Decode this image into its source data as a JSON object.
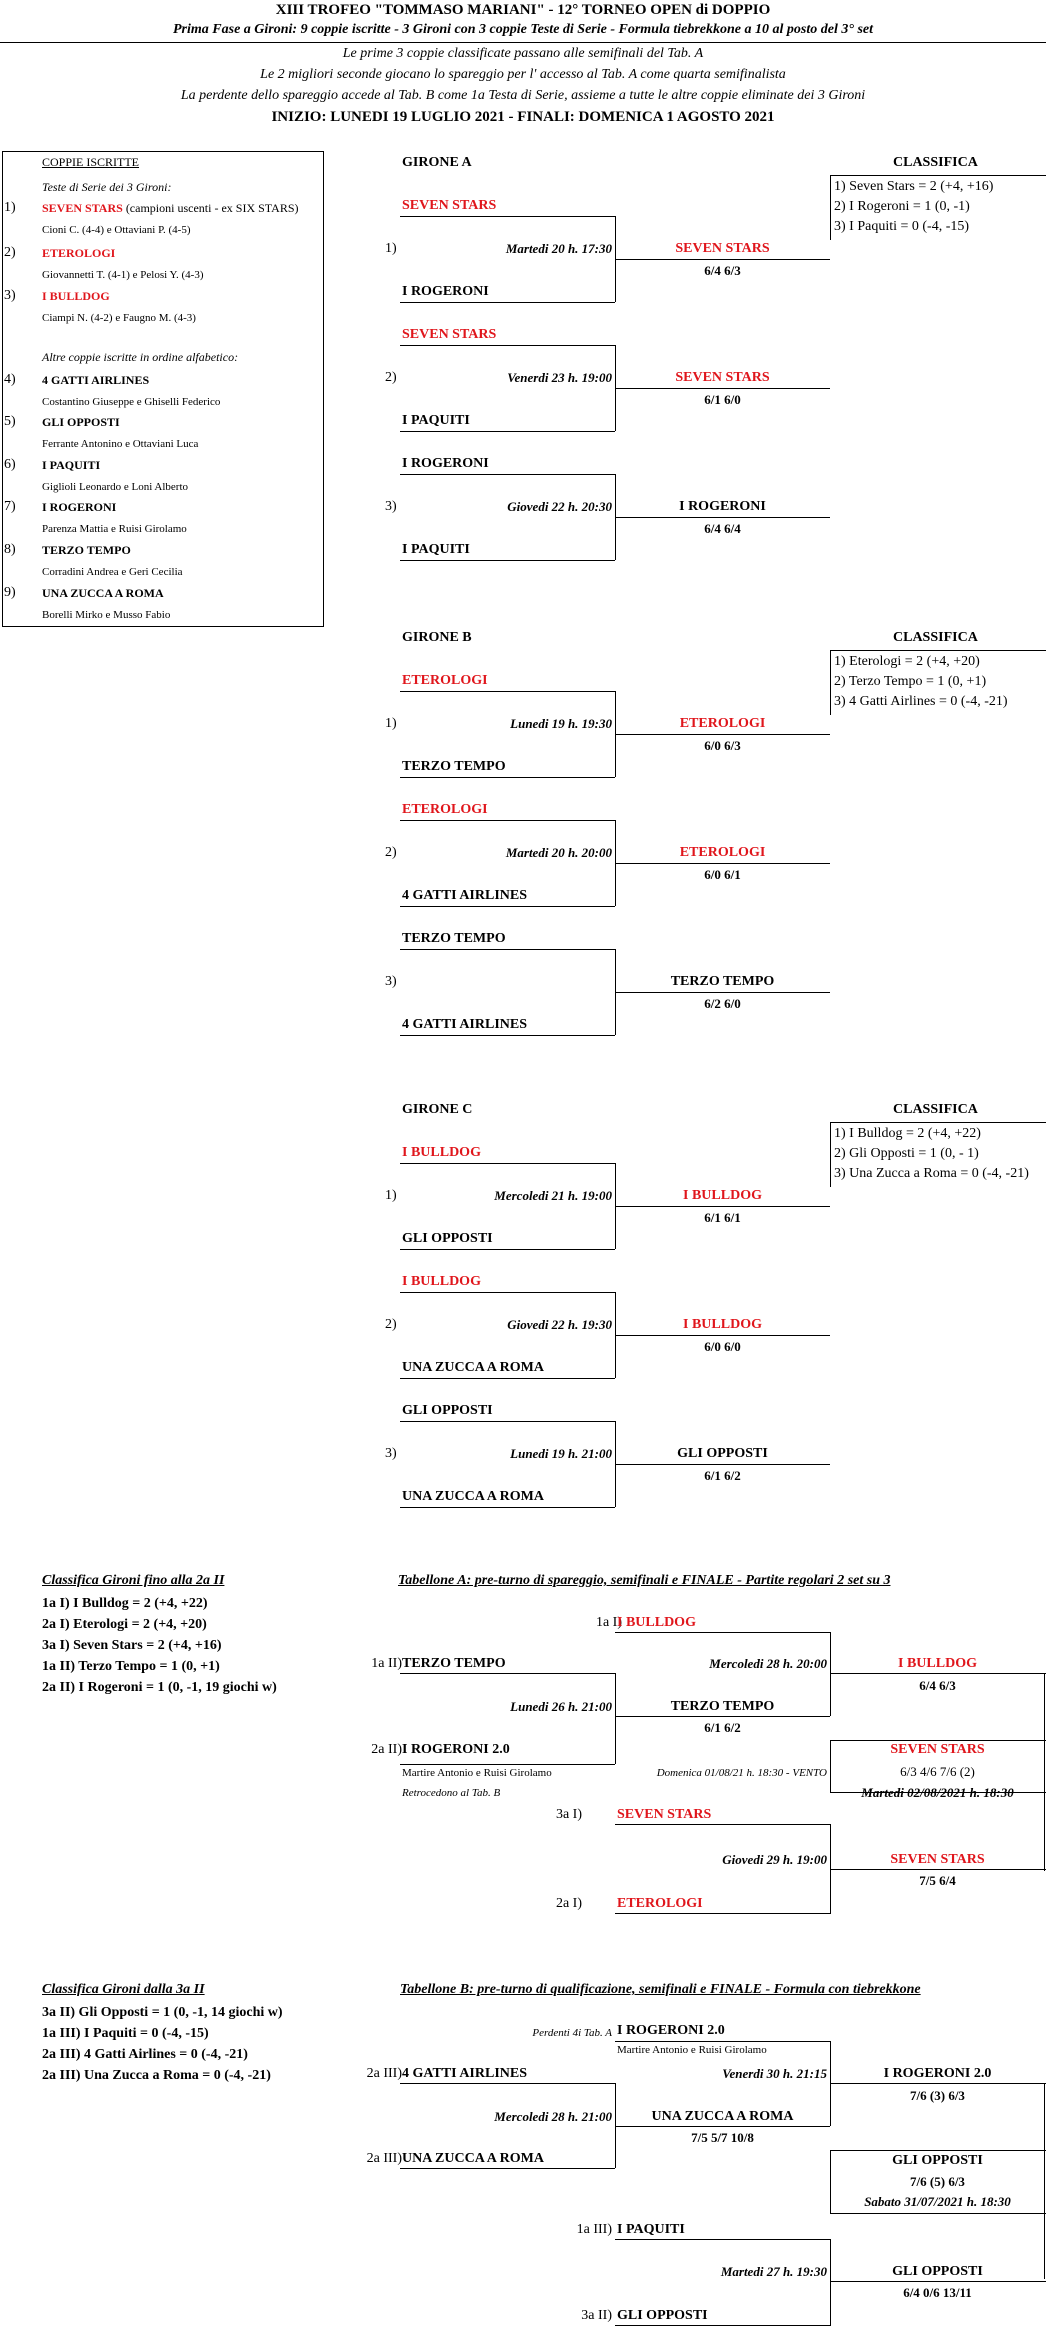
{
  "header": {
    "title": "XIII  TROFEO  \"TOMMASO  MARIANI\"  -  12° TORNEO  OPEN  di  DOPPIO",
    "subtitle": "Prima Fase a Gironi: 9 coppie iscritte - 3 Gironi con 3 coppie Teste di Serie - Formula tiebrekkone a 10 al posto del 3° set",
    "line1": "Le prime 3 coppie classificate passano alle semifinali del Tab. A",
    "line2": "Le 2 migliori seconde giocano lo spareggio per l' accesso al Tab. A come quarta semifinalista",
    "line3": "La perdente dello spareggio accede al Tab. B come 1a Testa di Serie, assieme a tutte le altre coppie eliminate dei 3 Gironi",
    "dates": "INIZIO: LUNEDI 19 LUGLIO 2021 - FINALI: DOMENICA 1 AGOSTO 2021"
  },
  "coppie": {
    "title": "COPPIE ISCRITTE",
    "seeds_label": "Teste di Serie dei 3 Gironi:",
    "others_label": "Altre coppie iscritte in ordine alfabetico:",
    "entries": [
      {
        "num": "1)",
        "name": "SEVEN STARS",
        "note": " (campioni uscenti - ex SIX STARS)",
        "players": "Cioni C. (4-4) e Ottaviani P. (4-5)",
        "red": true
      },
      {
        "num": "2)",
        "name": "ETEROLOGI",
        "note": "",
        "players": "Giovannetti T. (4-1) e Pelosi Y. (4-3)",
        "red": true
      },
      {
        "num": "3)",
        "name": "I BULLDOG",
        "note": "",
        "players": "Ciampi N. (4-2) e Faugno M. (4-3)",
        "red": true
      },
      {
        "num": "4)",
        "name": "4 GATTI AIRLINES",
        "note": "",
        "players": "Costantino Giuseppe e Ghiselli Federico",
        "red": false
      },
      {
        "num": "5)",
        "name": "GLI OPPOSTI",
        "note": "",
        "players": "Ferrante Antonino e Ottaviani Luca",
        "red": false
      },
      {
        "num": "6)",
        "name": "I PAQUITI",
        "note": "",
        "players": "Giglioli Leonardo e Loni Alberto",
        "red": false
      },
      {
        "num": "7)",
        "name": "I ROGERONI",
        "note": "",
        "players": "Parenza Mattia e Ruisi Girolamo",
        "red": false
      },
      {
        "num": "8)",
        "name": "TERZO TEMPO",
        "note": "",
        "players": "Corradini Andrea e Geri Cecilia",
        "red": false
      },
      {
        "num": "9)",
        "name": "UNA ZUCCA A ROMA",
        "note": "",
        "players": "Borelli Mirko e Musso Fabio",
        "red": false
      }
    ]
  },
  "gironi": [
    {
      "title": "GIRONE A",
      "classifica_label": "CLASSIFICA",
      "classifica": [
        "1) Seven Stars = 2 (+4, +16)",
        "2) I Rogeroni = 1 (0, -1)",
        "3) I Paquiti = 0 (-4, -15)"
      ],
      "matches": [
        {
          "num": "1)",
          "top": "SEVEN STARS",
          "top_red": true,
          "bottom": "I ROGERONI",
          "bottom_red": false,
          "date": "Martedi 20 h. 17:30",
          "winner": "SEVEN STARS",
          "winner_red": true,
          "score": "6/4  6/3"
        },
        {
          "num": "2)",
          "top": "SEVEN STARS",
          "top_red": true,
          "bottom": "I PAQUITI",
          "bottom_red": false,
          "date": "Venerdi 23 h. 19:00",
          "winner": "SEVEN STARS",
          "winner_red": true,
          "score": "6/1  6/0"
        },
        {
          "num": "3)",
          "top": "I ROGERONI",
          "top_red": false,
          "bottom": "I PAQUITI",
          "bottom_red": false,
          "date": "Giovedi 22 h. 20:30",
          "winner": "I ROGERONI",
          "winner_red": false,
          "score": "6/4  6/4"
        }
      ]
    },
    {
      "title": "GIRONE B",
      "classifica_label": "CLASSIFICA",
      "classifica": [
        "1) Eterologi = 2 (+4, +20)",
        "2) Terzo Tempo = 1 (0, +1)",
        "3) 4 Gatti Airlines = 0 (-4, -21)"
      ],
      "matches": [
        {
          "num": "1)",
          "top": "ETEROLOGI",
          "top_red": true,
          "bottom": "TERZO TEMPO",
          "bottom_red": false,
          "date": "Lunedi 19 h. 19:30",
          "winner": "ETEROLOGI",
          "winner_red": true,
          "score": "6/0  6/3"
        },
        {
          "num": "2)",
          "top": "ETEROLOGI",
          "top_red": true,
          "bottom": "4 GATTI AIRLINES",
          "bottom_red": false,
          "date": "Martedi 20 h. 20:00",
          "winner": "ETEROLOGI",
          "winner_red": true,
          "score": "6/0  6/1"
        },
        {
          "num": "3)",
          "top": "TERZO TEMPO",
          "top_red": false,
          "bottom": "4 GATTI AIRLINES",
          "bottom_red": false,
          "date": "",
          "winner": "TERZO TEMPO",
          "winner_red": false,
          "score": "6/2  6/0"
        }
      ]
    },
    {
      "title": "GIRONE C",
      "classifica_label": "CLASSIFICA",
      "classifica": [
        "1) I Bulldog = 2 (+4, +22)",
        "2) Gli Opposti = 1 (0, - 1)",
        "3) Una Zucca a Roma = 0 (-4, -21)"
      ],
      "matches": [
        {
          "num": "1)",
          "top": "I BULLDOG",
          "top_red": true,
          "bottom": "GLI OPPOSTI",
          "bottom_red": false,
          "date": "Mercoledi 21 h. 19:00",
          "winner": "I BULLDOG",
          "winner_red": true,
          "score": "6/1  6/1"
        },
        {
          "num": "2)",
          "top": "I BULLDOG",
          "top_red": true,
          "bottom": "UNA ZUCCA A ROMA",
          "bottom_red": false,
          "date": "Giovedi 22 h. 19:30",
          "winner": "I BULLDOG",
          "winner_red": true,
          "score": "6/0  6/0"
        },
        {
          "num": "3)",
          "top": "GLI OPPOSTI",
          "top_red": false,
          "bottom": "UNA ZUCCA A ROMA",
          "bottom_red": false,
          "date": "Lunedi 19 h. 21:00",
          "winner": "GLI OPPOSTI",
          "winner_red": false,
          "score": "6/1  6/2"
        }
      ]
    }
  ],
  "classifica_2a": {
    "title": "Classifica Gironi fino alla 2a II",
    "rows": [
      "1a I) I Bulldog = 2 (+4, +22)",
      "2a I) Eterologi = 2 (+4, +20)",
      "3a I) Seven Stars = 2 (+4, +16)",
      "1a II) Terzo Tempo = 1 (0, +1)",
      "2a II) I Rogeroni = 1 (0, -1, 19 giochi w)"
    ]
  },
  "tab_a": {
    "title": "Tabellone A: pre-turno di spareggio, semifinali e FINALE - Partite regolari 2 set su 3",
    "seed1_label": "1a I)",
    "seed1": "I BULLDOG",
    "q1_label": "1a II)",
    "q1": "TERZO TEMPO",
    "q2_label": "2a II)",
    "q2": "I ROGERONI 2.0",
    "q2_players": "Martire Antonio e Ruisi Girolamo",
    "q2_note": "Retrocedono al Tab. B",
    "spareggio_date": "Lunedi 26 h. 21:00",
    "spareggio_winner": "TERZO  TEMPO",
    "spareggio_score": "6/1  6/2",
    "semi1_date": "Mercoledi 28 h. 20:00",
    "semi1_winner": "I BULLDOG",
    "semi1_score": "6/4  6/3",
    "final_note": "Domenica 01/08/21 h. 18:30 - VENTO",
    "final_winner": "SEVEN STARS",
    "final_score": "6/3  4/6  7/6 (2)",
    "final_date": "Martedi 02/08/2021 h. 18:30",
    "seed3_label": "3a I)",
    "seed3": "SEVEN STARS",
    "seed2_label": "2a I)",
    "seed2": "ETEROLOGI",
    "semi2_date": "Giovedi 29 h. 19:00",
    "semi2_winner": "SEVEN STARS",
    "semi2_score": "7/5  6/4"
  },
  "classifica_3a": {
    "title": "Classifica Gironi dalla 3a II",
    "rows": [
      "3a II) Gli Opposti = 1 (0, -1, 14 giochi w)",
      "1a III) I Paquiti = 0 (-4, -15)",
      "2a III) 4 Gatti Airlines = 0 (-4, -21)",
      "2a III) Una Zucca a Roma = 0 (-4, -21)"
    ]
  },
  "tab_b": {
    "title": "Tabellone B: pre-turno di qualificazione, semifinali e FINALE - Formula con tiebrekkone",
    "seed1_label": "Perdenti 4i Tab. A",
    "seed1": "I ROGERONI 2.0",
    "seed1_players": "Martire Antonio e Ruisi Girolamo",
    "q1_label": "2a III)",
    "q1": "4 GATTI AIRLINES",
    "q2_label": "2a III)",
    "q2": "UNA ZUCCA A ROMA",
    "pre_date": "Mercoledi 28 h. 21:00",
    "pre_winner": "UNA ZUCCA A ROMA",
    "pre_score": "7/5  5/7  10/8",
    "semi1_date": "Venerdi 30 h. 21:15",
    "semi1_winner": "I ROGERONI 2.0",
    "semi1_score": "7/6 (3)  6/3",
    "final_winner": "GLI OPPOSTI",
    "final_score": "7/6 (5)  6/3",
    "final_date": "Sabato 31/07/2021 h. 18:30",
    "seed3_label": "1a III)",
    "seed3": "I PAQUITI",
    "seed2_label": "3a II)",
    "seed2": "GLI OPPOSTI",
    "semi2_date": "Martedi 27 h. 19:30",
    "semi2_winner": "GLI OPPOSTI",
    "semi2_score": "6/4  0/6  13/11"
  }
}
